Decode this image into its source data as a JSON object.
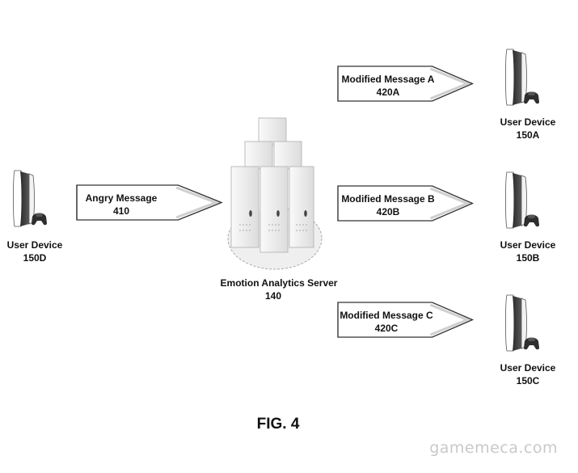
{
  "figure_label": "FIG. 4",
  "watermark": "gamemeca.com",
  "server": {
    "label": "Emotion Analytics Server",
    "number": "140",
    "icon": "server-rack-icon"
  },
  "source_device": {
    "label": "User Device",
    "number": "150D",
    "icon": "game-console-icon"
  },
  "source_message": {
    "label": "Angry Message",
    "number": "410"
  },
  "modified_messages": [
    {
      "label": "Modified Message A",
      "number": "420A"
    },
    {
      "label": "Modified Message B",
      "number": "420B"
    },
    {
      "label": "Modified Message C",
      "number": "420C"
    }
  ],
  "target_devices": [
    {
      "label": "User Device",
      "number": "150A",
      "icon": "game-console-icon"
    },
    {
      "label": "User Device",
      "number": "150B",
      "icon": "game-console-icon"
    },
    {
      "label": "User Device",
      "number": "150C",
      "icon": "game-console-icon"
    }
  ]
}
